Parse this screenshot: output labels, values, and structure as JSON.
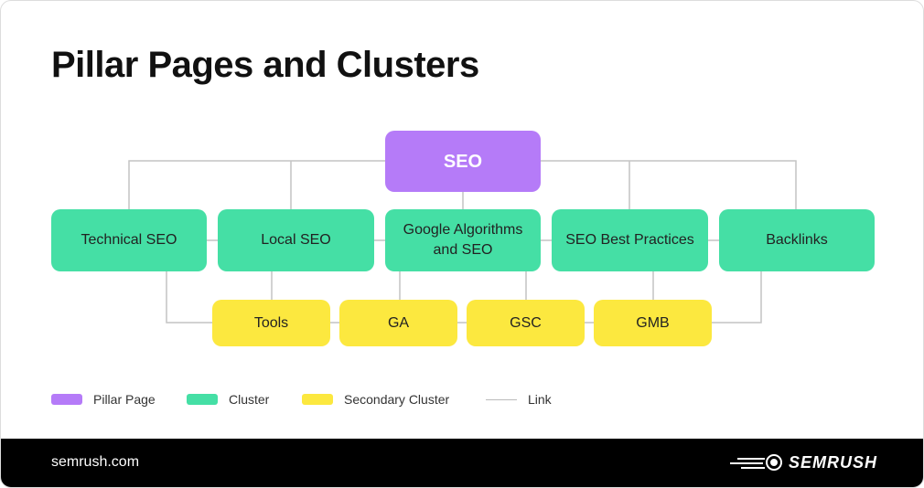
{
  "title": "Pillar Pages and Clusters",
  "pillar": {
    "label": "SEO"
  },
  "clusters": [
    {
      "label": "Technical SEO"
    },
    {
      "label": "Local SEO"
    },
    {
      "label": "Google Algorithms and SEO"
    },
    {
      "label": "SEO Best Practices"
    },
    {
      "label": "Backlinks"
    }
  ],
  "secondary": [
    {
      "label": "Tools"
    },
    {
      "label": "GA"
    },
    {
      "label": "GSC"
    },
    {
      "label": "GMB"
    }
  ],
  "legend": [
    {
      "label": "Pillar Page",
      "color": "#b57bf8"
    },
    {
      "label": "Cluster",
      "color": "#45dfa5"
    },
    {
      "label": "Secondary Cluster",
      "color": "#fce83f"
    },
    {
      "label": "Link",
      "color": "#bbbbbb"
    }
  ],
  "footer": {
    "site": "semrush.com",
    "logo_text": "SEMRUSH"
  }
}
